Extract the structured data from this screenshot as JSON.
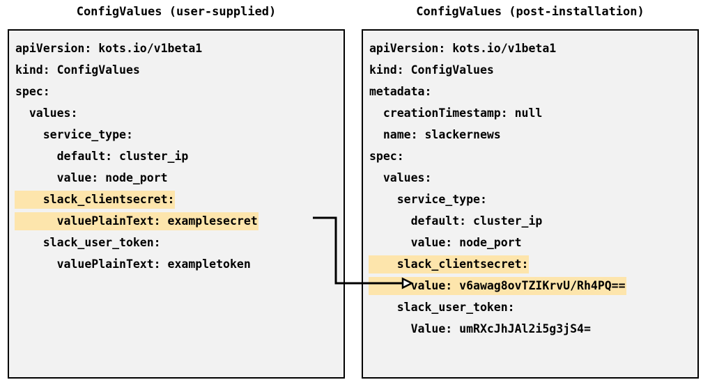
{
  "diagram": {
    "type": "two-panel-yaml-comparison",
    "highlight_color": "#fde5ac",
    "box_background": "#f2f2f2",
    "box_border_color": "#000000",
    "connector_color": "#000000",
    "connector_label": "arrow-from-plaintext-secret-to-encrypted-value"
  },
  "left_panel": {
    "title": "ConfigValues (user-supplied)",
    "lines": [
      {
        "text": "apiVersion: kots.io/v1beta1",
        "highlight": false
      },
      {
        "text": "kind: ConfigValues",
        "highlight": false
      },
      {
        "text": "spec:",
        "highlight": false
      },
      {
        "text": "  values:",
        "highlight": false
      },
      {
        "text": "    service_type:",
        "highlight": false
      },
      {
        "text": "      default: cluster_ip",
        "highlight": false
      },
      {
        "text": "      value: node_port",
        "highlight": false
      },
      {
        "text": "    slack_clientsecret:",
        "highlight": true
      },
      {
        "text": "      valuePlainText: examplesecret",
        "highlight": true
      },
      {
        "text": "    slack_user_token:",
        "highlight": false
      },
      {
        "text": "      valuePlainText: exampletoken",
        "highlight": false
      }
    ]
  },
  "right_panel": {
    "title": "ConfigValues (post-installation)",
    "lines": [
      {
        "text": "apiVersion: kots.io/v1beta1",
        "highlight": false
      },
      {
        "text": "kind: ConfigValues",
        "highlight": false
      },
      {
        "text": "metadata:",
        "highlight": false
      },
      {
        "text": "  creationTimestamp: null",
        "highlight": false
      },
      {
        "text": "  name: slackernews",
        "highlight": false
      },
      {
        "text": "spec:",
        "highlight": false
      },
      {
        "text": "  values:",
        "highlight": false
      },
      {
        "text": "    service_type:",
        "highlight": false
      },
      {
        "text": "      default: cluster_ip",
        "highlight": false
      },
      {
        "text": "      value: node_port",
        "highlight": false
      },
      {
        "text": "    slack_clientsecret:",
        "highlight": true
      },
      {
        "text": "      value: v6awag8ovTZIKrvU/Rh4PQ==",
        "highlight": true
      },
      {
        "text": "    slack_user_token:",
        "highlight": false
      },
      {
        "text": "      Value: umRXcJhJAl2i5g3jS4=",
        "highlight": false
      }
    ]
  }
}
